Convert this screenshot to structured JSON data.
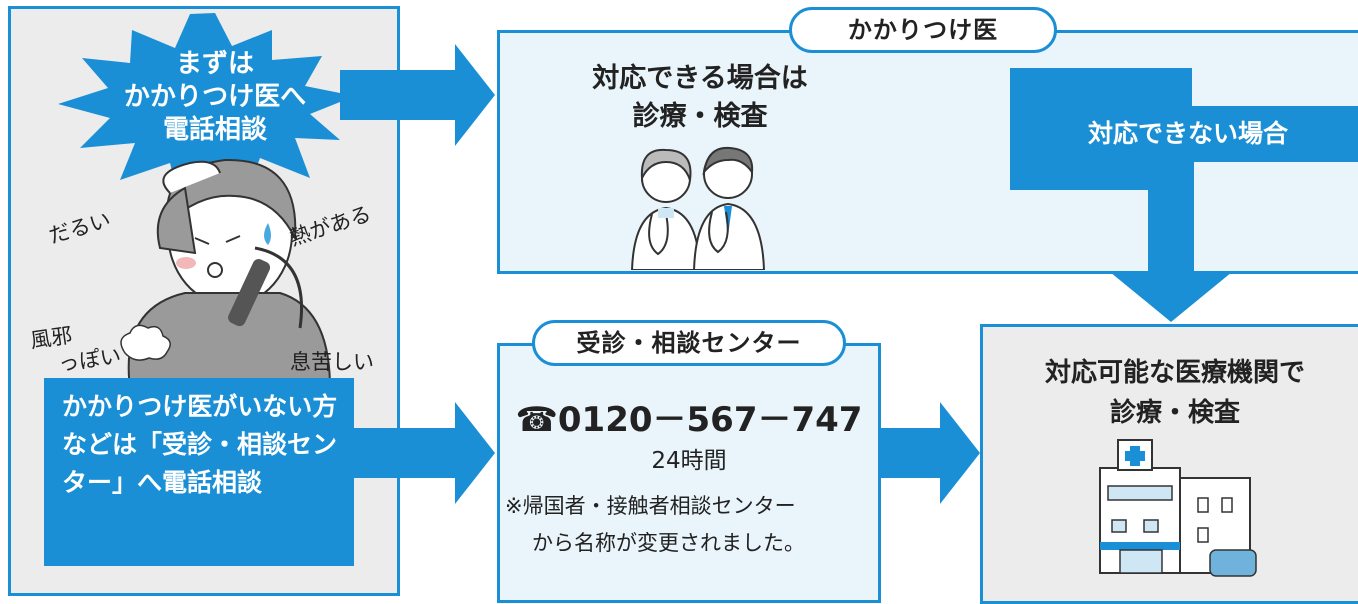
{
  "left": {
    "burst_lines": [
      "まずは",
      "かかりつけ医へ",
      "電話相談"
    ],
    "symptoms": {
      "darui": "だるい",
      "fever": "熱がある",
      "cold": "風邪",
      "cold2": "っぽい",
      "breath": "息苦しい"
    },
    "no_doctor_text": "かかりつけ医がいない方などは「受診・相談センター」へ電話相談"
  },
  "kakaritsuke": {
    "title": "かかりつけ医",
    "ok_lines": [
      "対応できる場合は",
      "診療・検査"
    ],
    "not_ok": "対応できない場合"
  },
  "center": {
    "title": "受診・相談センター",
    "phone": "☎0120－567－747",
    "hours": "24時間",
    "note_line1": "※帰国者・接触者相談センター",
    "note_line2": "から名称が変更されました。"
  },
  "right": {
    "ok_lines": [
      "対応可能な医療機関で",
      "診療・検査"
    ]
  },
  "colors": {
    "accent": "#1a8fd6",
    "panel_gray": "#ececec",
    "panel_light_blue": "#e9f4fb"
  }
}
